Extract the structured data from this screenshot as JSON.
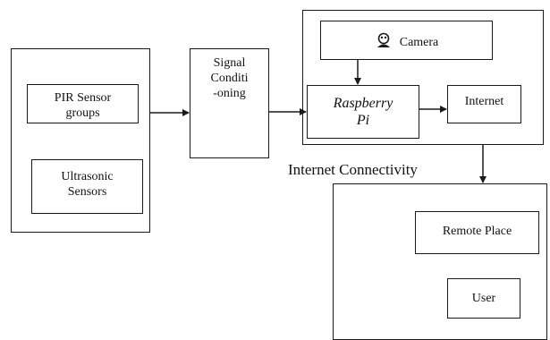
{
  "blocks": {
    "pir_sensor": {
      "line1": "PIR Sensor",
      "line2": "groups"
    },
    "ultrasonic": {
      "line1": "Ultrasonic",
      "line2": "Sensors"
    },
    "signal": {
      "line1": "Signal",
      "line2": "Conditi",
      "line3": "-oning"
    },
    "camera": {
      "label": "Camera",
      "icon": "camera-user-icon"
    },
    "raspberry": {
      "line1": "Raspberry",
      "line2": "Pi"
    },
    "internet": {
      "label": "Internet"
    },
    "remote_place": {
      "label": "Remote Place"
    },
    "user": {
      "label": "User"
    }
  },
  "connectivity_label": "Internet Connectivity",
  "colors": {
    "line": "#1a1a1a",
    "background": "#ffffff"
  }
}
